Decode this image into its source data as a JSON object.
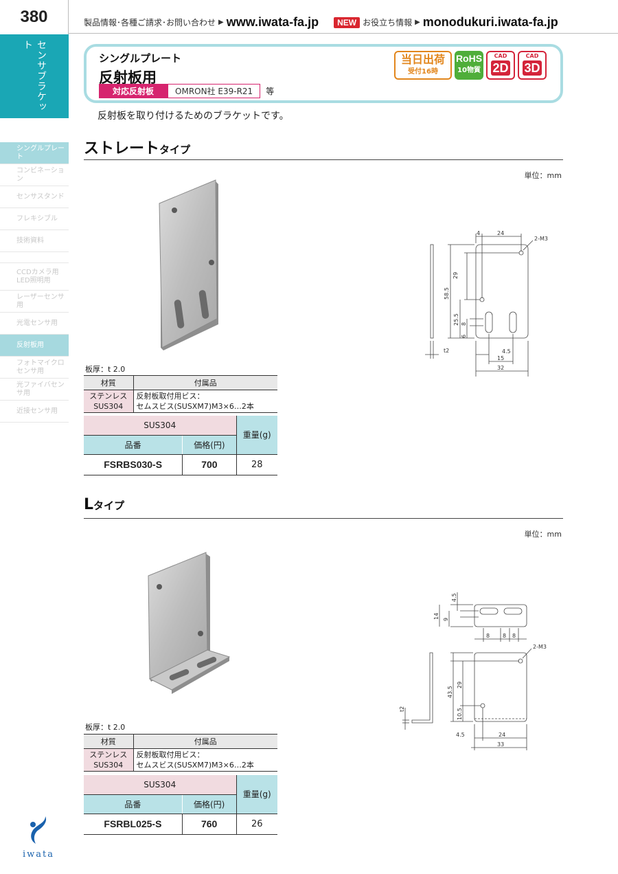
{
  "header": {
    "page_number": "380",
    "info_label": "製品情報･各種ご請求･お問い合わせ",
    "url_main": "www.iwata-fa.jp",
    "new_badge": "NEW",
    "info_label2": "お役立ち情報",
    "url_sub": "monodukuri.iwata-fa.jp"
  },
  "sidebar": {
    "tab_label": "センサブラケット",
    "items": [
      {
        "label": "シングルプレート"
      },
      {
        "label": "コンビネーション"
      },
      {
        "label": "センサスタンド"
      },
      {
        "label": "フレキシブル"
      },
      {
        "label": "技術資料"
      },
      {
        "label": "CCDカメラ用"
      },
      {
        "label": "LED照明用"
      },
      {
        "label": "レーザーセンサ用"
      },
      {
        "label": "光電センサ用"
      },
      {
        "label": "反射板用"
      },
      {
        "label": "フォトマイクロセンサ用"
      },
      {
        "label": "光ファイバセンサ用"
      },
      {
        "label": "近接センサ用"
      }
    ]
  },
  "banner": {
    "subtitle": "シングルプレート",
    "title": "反射板用",
    "compat_label": "対応反射板",
    "compat_value": "OMRON社 E39-R21",
    "compat_suffix": "等",
    "badge_same_day": "当日出荷",
    "badge_same_day_sub": "受付16時",
    "badge_rohs": "RoHS",
    "badge_rohs_sub": "10物質",
    "badge_cad2d_top": "CAD",
    "badge_cad2d": "2D",
    "badge_cad3d_top": "CAD",
    "badge_cad3d": "3D"
  },
  "description": "反射板を取り付けるためのブラケットです。",
  "sections": [
    {
      "title_main": "ストレート",
      "title_sub": "タイプ",
      "unit": "単位：mm",
      "thickness": "板厚：t 2.0",
      "spec_headers": {
        "material": "材質",
        "accessory": "付属品"
      },
      "spec_material_1": "ステンレス",
      "spec_material_2": "SUS304",
      "spec_accessory_1": "反射板取付用ビス：",
      "spec_accessory_2": "セムスビス(SUSXM7)M3×6…2本",
      "price_material": "SUS304",
      "price_headers": {
        "code": "品番",
        "price": "価格(円)",
        "weight": "重量(g)"
      },
      "code": "FSRBS030-S",
      "price": "700",
      "weight": "28",
      "dims": {
        "d_4": "4",
        "d_24": "24",
        "d_2m3": "2-M3",
        "d_29": "29",
        "d_58_5": "58.5",
        "d_25_5": "25.5",
        "d_8": "8",
        "d_6": "6",
        "d_t2": "t2",
        "d_4_5": "4.5",
        "d_15": "15",
        "d_32": "32"
      }
    },
    {
      "title_main": "L",
      "title_sub": "タイプ",
      "unit": "単位：mm",
      "thickness": "板厚：t 2.0",
      "spec_headers": {
        "material": "材質",
        "accessory": "付属品"
      },
      "spec_material_1": "ステンレス",
      "spec_material_2": "SUS304",
      "spec_accessory_1": "反射板取付用ビス：",
      "spec_accessory_2": "セムスビス(SUSXM7)M3×6…2本",
      "price_material": "SUS304",
      "price_headers": {
        "code": "品番",
        "price": "価格(円)",
        "weight": "重量(g)"
      },
      "code": "FSRBL025-S",
      "price": "760",
      "weight": "26",
      "dims": {
        "d_4_5a": "4.5",
        "d_14": "14",
        "d_9": "9",
        "d_8a": "8",
        "d_8b": "8",
        "d_8c": "8",
        "d_2m3": "2-M3",
        "d_29": "29",
        "d_43_5": "43.5",
        "d_10_5": "10.5",
        "d_t2": "t2",
        "d_4_5b": "4.5",
        "d_24": "24",
        "d_33": "33"
      }
    }
  ],
  "logo": "iwata",
  "colors": {
    "accent_teal": "#1aa7b5",
    "light_teal": "#b9e2e7",
    "pink": "#f1dbe0",
    "magenta": "#d6246e",
    "orange": "#e2861c",
    "green": "#4fae3a",
    "red": "#d4243a"
  }
}
